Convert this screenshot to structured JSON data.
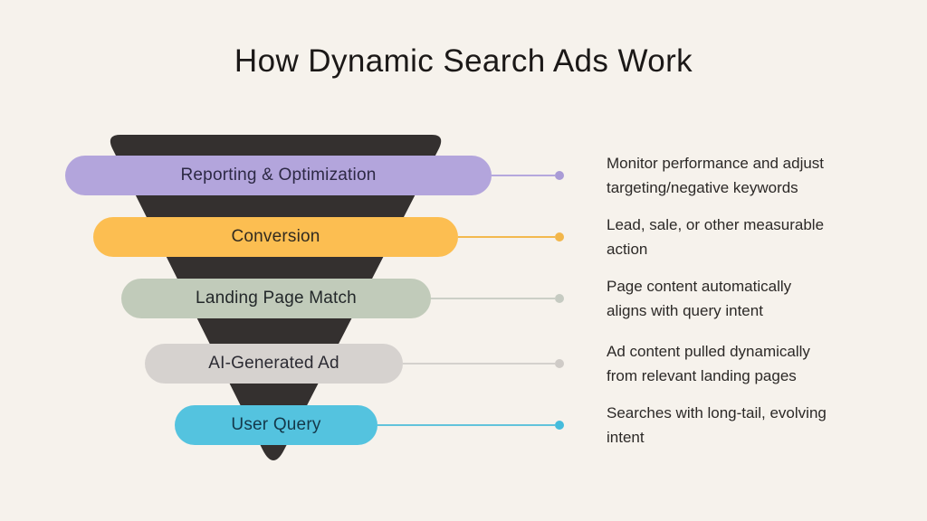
{
  "page": {
    "title": "How Dynamic Search Ads Work",
    "background_color": "#f6f2ec",
    "title_color": "#1b1817",
    "description_color": "#2c2927"
  },
  "funnel": {
    "shape_color": "#34302f",
    "stages": [
      {
        "label": "Reporting & Optimization",
        "description_line1": "Monitor performance and adjust",
        "description_line2": "targeting/negative keywords",
        "pill_color": "#b3a5dc",
        "label_color": "#2d2945",
        "connector_color": "#b5a8dd",
        "dot_color": "#a99bd6"
      },
      {
        "label": "Conversion",
        "description_line1": "Lead, sale, or other measurable",
        "description_line2": "action",
        "pill_color": "#fcbe51",
        "label_color": "#322b20",
        "connector_color": "#f3b94e",
        "dot_color": "#f2b64a"
      },
      {
        "label": "Landing Page Match",
        "description_line1": "Page content automatically",
        "description_line2": "aligns with query intent",
        "pill_color": "#c1cbba",
        "label_color": "#23282a",
        "connector_color": "#ccd0c7",
        "dot_color": "#c6cbc2"
      },
      {
        "label": "AI-Generated Ad",
        "description_line1": "Ad content pulled dynamically",
        "description_line2": "from relevant landing pages",
        "pill_color": "#d6d2cf",
        "label_color": "#2c2b33",
        "connector_color": "#d4d1cd",
        "dot_color": "#cfcbc7"
      },
      {
        "label": "User Query",
        "description_line1": "Searches with long-tail, evolving",
        "description_line2": "intent",
        "pill_color": "#54c3df",
        "label_color": "#14384a",
        "connector_color": "#62c3db",
        "dot_color": "#45bcdc"
      }
    ]
  }
}
